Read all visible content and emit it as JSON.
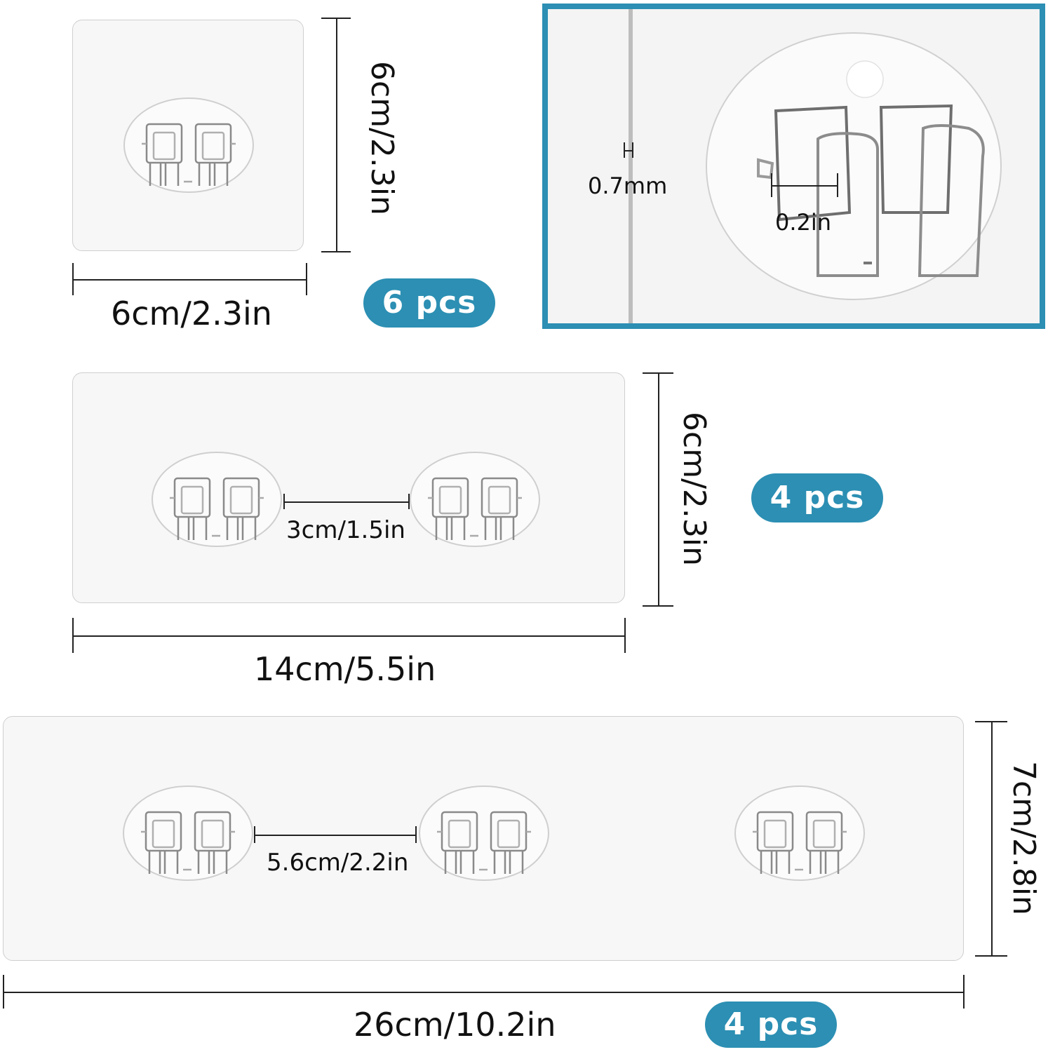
{
  "colors": {
    "accent": "#2c8fb3",
    "plate": "#f7f7f7",
    "line": "#222222"
  },
  "small": {
    "width_label": "6cm/2.3in",
    "height_label": "6cm/2.3in",
    "qty": "6 pcs"
  },
  "detail": {
    "thickness_label": "0.7mm",
    "gap_label": "0.2in"
  },
  "medium": {
    "width_label": "14cm/5.5in",
    "height_label": "6cm/2.3in",
    "spacing_label": "3cm/1.5in",
    "qty": "4 pcs"
  },
  "large": {
    "width_label": "26cm/10.2in",
    "height_label": "7cm/2.8in",
    "spacing_label": "5.6cm/2.2in",
    "qty": "4 pcs"
  }
}
